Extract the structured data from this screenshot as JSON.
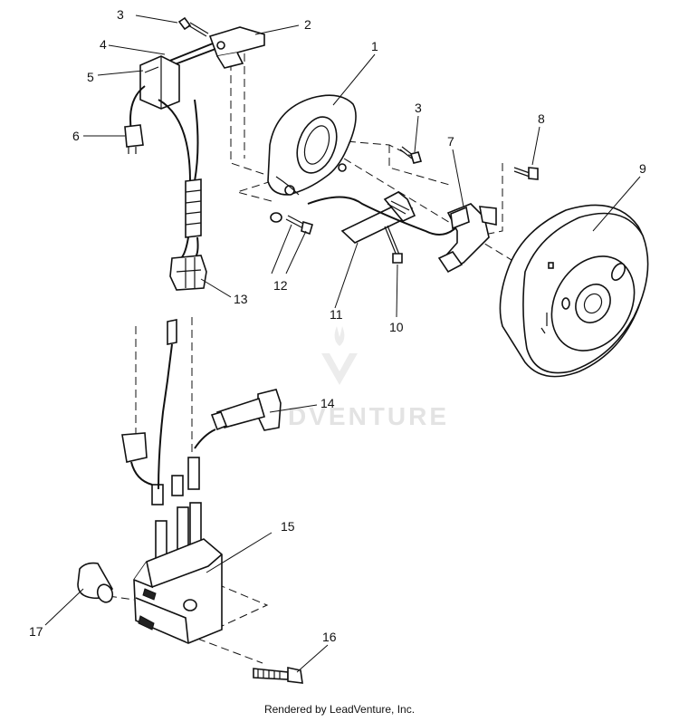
{
  "callouts": [
    "1",
    "2",
    "3",
    "3",
    "4",
    "5",
    "6",
    "7",
    "8",
    "9",
    "10",
    "11",
    "12",
    "13",
    "14",
    "15",
    "16",
    "17"
  ],
  "watermark": {
    "text": "DVENTURE"
  },
  "footer": {
    "text": "Rendered by LeadVenture, Inc."
  }
}
